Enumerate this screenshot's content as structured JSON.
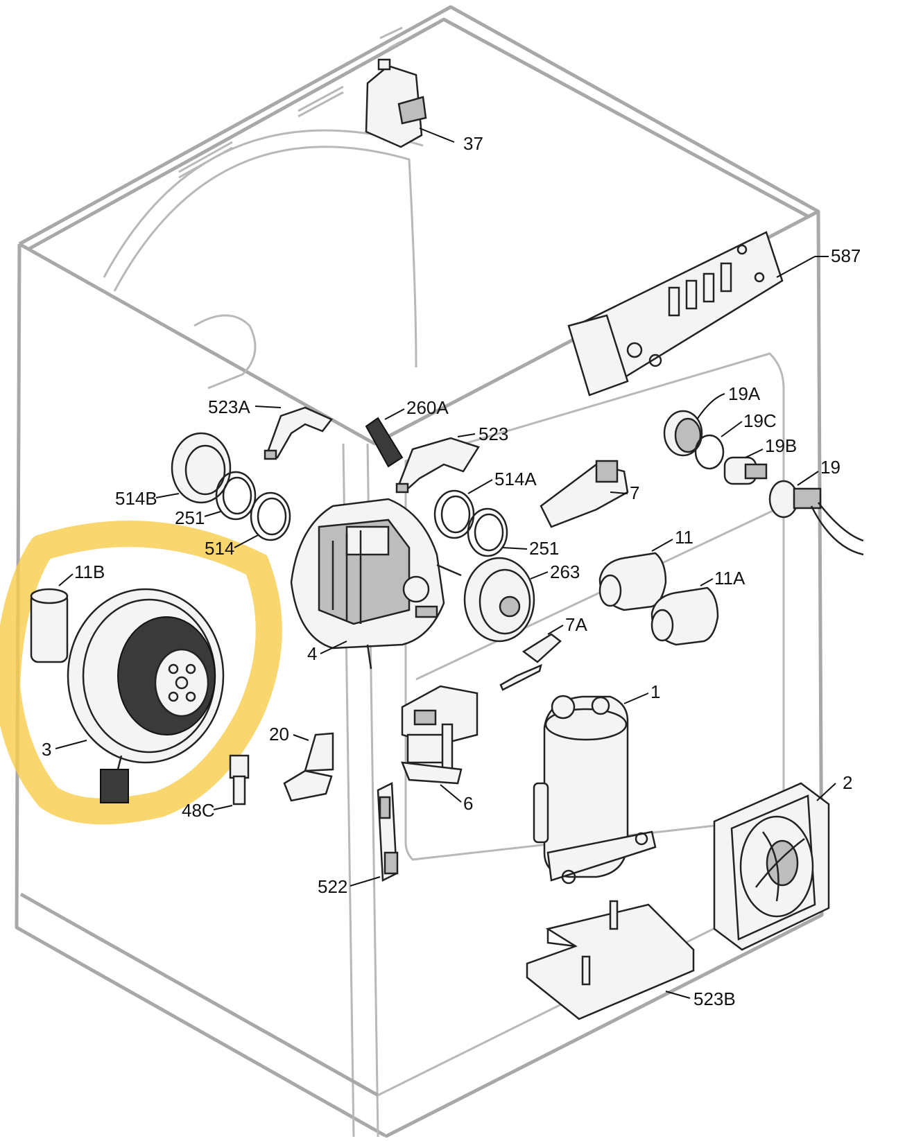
{
  "diagram": {
    "labels": {
      "p37": "37",
      "p587": "587",
      "p523A": "523A",
      "p260A": "260A",
      "p523": "523",
      "p19A": "19A",
      "p19C": "19C",
      "p19B": "19B",
      "p19": "19",
      "p514B": "514B",
      "p251a": "251",
      "p514": "514",
      "p514A": "514A",
      "p7": "7",
      "p251b": "251",
      "p263": "263",
      "p11": "11",
      "p11A": "11A",
      "p11B": "11B",
      "p4": "4",
      "p7A": "7A",
      "p1": "1",
      "p3": "3",
      "p20": "20",
      "p6": "6",
      "p48C": "48C",
      "p2": "2",
      "p522": "522",
      "p523B": "523B"
    },
    "colors": {
      "highlight": "#f7cc4a",
      "cabinet_outline": "#a8a8a8",
      "part_outline": "#222222"
    }
  }
}
